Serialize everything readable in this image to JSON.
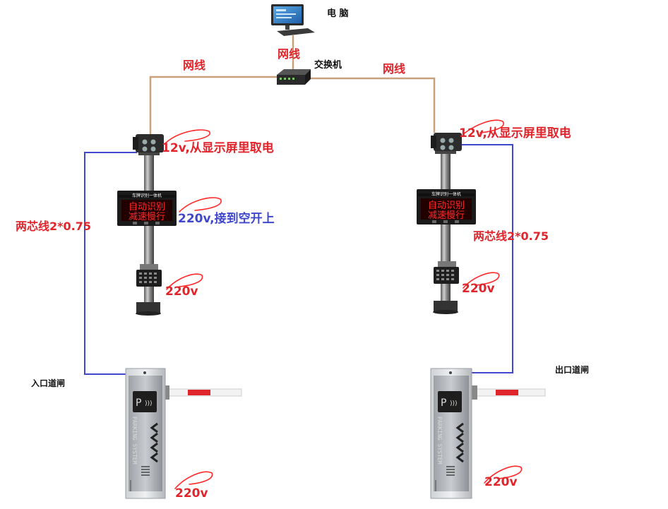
{
  "computer": {
    "label": "电 脑"
  },
  "switch": {
    "label": "交换机"
  },
  "network": {
    "left": "网线",
    "top": "网线",
    "right": "网线"
  },
  "entry": {
    "camera_power": "12v,从显示屏里取电",
    "display_power": "220v,接到空开上",
    "wire": "两芯线2*0.75",
    "keypad_power": "220v",
    "gate_label": "入口道闸",
    "gate_power": "220v"
  },
  "exit": {
    "camera_power": "12v,从显示屏里取电",
    "wire": "两芯线2*0.75",
    "keypad_power": "220v",
    "gate_label": "出口道闸",
    "gate_power": "220v"
  },
  "display": {
    "header": "车牌识别一体机",
    "line1": "自动识别",
    "line2": "减速慢行"
  },
  "gate_brand": "PARKING SYSTEM",
  "colors": {
    "network_cable": "#c8a07a",
    "power_wire": "#3f48cc",
    "label_red": "#e0262c",
    "label_blue": "#3f48cc",
    "annotation_stroke": "#ff2a2a",
    "led_text": "#ff2a2a",
    "boom_stripe": "#e0262c"
  }
}
